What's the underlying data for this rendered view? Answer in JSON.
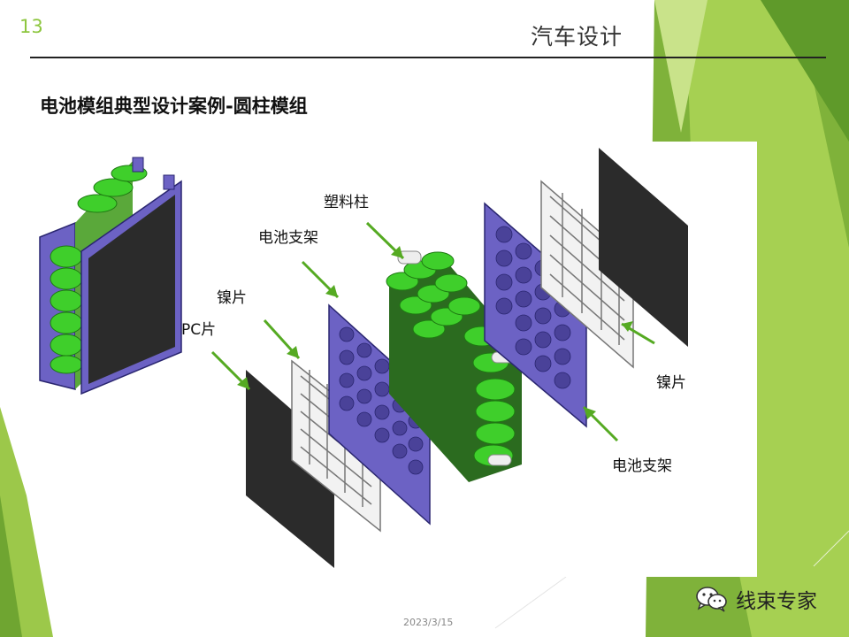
{
  "header": {
    "page_number": "13",
    "section_title": "汽车设计"
  },
  "slide": {
    "title": "电池模组典型设计案例-圆柱模组",
    "date": "2023/3/15"
  },
  "callouts": {
    "plastic_post": "塑料柱",
    "battery_holder_top": "电池支架",
    "nickel_strip_left": "镍片",
    "pc_sheet": "PC片",
    "nickel_strip_right": "镍片",
    "battery_holder_bottom": "电池支架"
  },
  "watermark": {
    "text": "线束专家",
    "icon": "wechat-icon"
  },
  "colors": {
    "accent_green": "#8dc63f",
    "cell_green": "#3fcf2b",
    "holder_blue": "#6c62c4",
    "panel_dark": "#2b2b2b",
    "arrow_green": "#55aa22"
  }
}
